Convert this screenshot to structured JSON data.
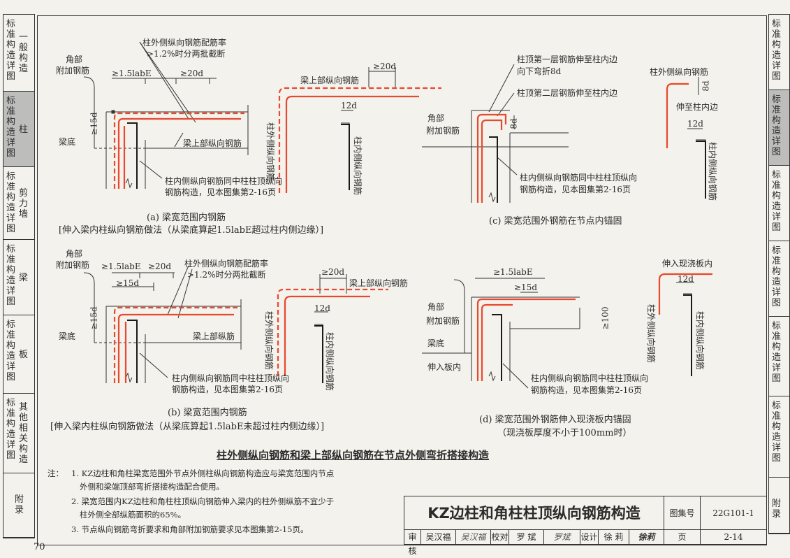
{
  "sidebar_left": [
    {
      "v": "标准构造详图",
      "s": "一般构造",
      "active": false
    },
    {
      "v": "标准构造详图",
      "s": "柱",
      "active": true
    },
    {
      "v": "标准构造详图",
      "s": "剪力墙",
      "active": false
    },
    {
      "v": "标准构造详图",
      "s": "梁",
      "active": false
    },
    {
      "v": "标准构造详图",
      "s": "板",
      "active": false
    },
    {
      "v": "标准构造详图",
      "s": "其他相关构造",
      "active": false
    },
    {
      "v": "附录",
      "s": "",
      "active": false
    }
  ],
  "sidebar_right": [
    {
      "v": "标准构造详图",
      "active": false
    },
    {
      "v": "标准构造详图",
      "active": true
    },
    {
      "v": "标准构造详图",
      "active": false
    },
    {
      "v": "标准构造详图",
      "active": false
    },
    {
      "v": "标准构造详图",
      "active": false
    },
    {
      "v": "标准构造详图",
      "active": false
    },
    {
      "v": "附录",
      "active": false
    }
  ],
  "diagram_a": {
    "corner_rebar": "角部",
    "corner_rebar2": "附加钢筋",
    "ratio_note1": "柱外侧纵向钢筋配筋率",
    "ratio_note2": ">1.2%时分两批截断",
    "dim_labe": "≥1.5labE",
    "dim_20d": "≥20d",
    "dim_15d": "≥15d",
    "beam_bottom": "梁底",
    "beam_top_bar": "梁上部纵向钢筋",
    "inner_bar1": "柱内侧纵向钢筋同中柱柱顶纵向",
    "inner_bar2": "钢筋构造，见本图集第2-16页",
    "detail_20d": "≥20d",
    "detail_top": "梁上部纵向钢筋",
    "detail_outer": "柱外侧纵向钢筋",
    "detail_12d": "12d",
    "detail_inner": "柱内侧纵向钢筋",
    "caption": "(a) 梁宽范围内钢筋",
    "caption2": "[伸入梁内柱纵向钢筋做法（从梁底算起1.5labE超过柱内侧边缘）]"
  },
  "diagram_b": {
    "corner_rebar": "角部",
    "corner_rebar2": "附加钢筋",
    "ratio_note1": "柱外侧纵向钢筋配筋率",
    "ratio_note2": ">1.2%时分两批截断",
    "dim_labe": "≥1.5labE",
    "dim_20d": "≥20d",
    "dim_15d_top": "≥15d",
    "dim_15d": "≥15d",
    "beam_bottom": "梁底",
    "beam_top_bar": "梁上部纵筋",
    "inner_bar1": "柱内侧纵向钢筋同中柱柱顶纵向",
    "inner_bar2": "钢筋构造，见本图集第2-16页",
    "detail_20d": "≥20d",
    "detail_top": "梁上部纵向钢筋",
    "detail_outer": "柱外侧纵向钢筋",
    "detail_12d": "12d",
    "detail_inner": "柱内侧纵向钢筋",
    "caption": "(b) 梁宽范围内钢筋",
    "caption2": "[伸入梁内柱纵向钢筋做法（从梁底算起1.5labE未超过柱内侧边缘）]"
  },
  "diagram_c": {
    "note1": "柱顶第一层钢筋伸至柱内边",
    "note2": "向下弯折8d",
    "note3": "柱顶第二层钢筋伸至柱内边",
    "corner_rebar": "角部",
    "corner_rebar2": "附加钢筋",
    "dim_8d": "8d",
    "inner_bar1": "柱内侧纵向钢筋同中柱柱顶纵向",
    "inner_bar2": "钢筋构造，见本图集第2-16页",
    "detail_outer": "柱外侧纵向钢筋",
    "detail_8d": "8d",
    "detail_to_inner": "伸至柱内边",
    "detail_12d": "12d",
    "detail_inner": "柱内侧纵向钢筋",
    "caption": "(c) 梁宽范围外钢筋在节点内锚固"
  },
  "diagram_d": {
    "dim_labe": "≥1.5labE",
    "dim_15d": "≥15d",
    "corner_rebar": "角部",
    "corner_rebar2": "附加钢筋",
    "beam_bottom": "梁底",
    "into_slab": "伸入板内",
    "dim_100": "≥100",
    "inner_bar1": "柱内侧纵向钢筋同中柱柱顶纵向",
    "inner_bar2": "钢筋构造，见本图集第2-16页",
    "detail_into_slab": "伸入现浇板内",
    "detail_12d": "12d",
    "detail_outer": "柱外侧纵向钢筋",
    "detail_inner": "柱内侧纵向钢筋",
    "caption": "(d) 梁宽范围外钢筋伸入现浇板内锚固",
    "caption2": "（现浇板厚度不小于100mm时）"
  },
  "main_title": "柱外侧纵向钢筋和梁上部纵向钢筋在节点外侧弯折搭接构造",
  "notes": {
    "label": "注：",
    "items": [
      "1. KZ边柱和角柱梁宽范围外节点外侧柱纵向钢筋构造应与梁宽范围内节点",
      "外侧和梁端顶部弯折搭接构造配合使用。",
      "2. 梁宽范围内KZ边柱和角柱柱顶纵向钢筋伸入梁内的柱外侧纵筋不宜少于",
      "柱外侧全部纵筋面积的65%。",
      "3. 节点纵向钢筋弯折要求和角部附加钢筋要求见本图集第2-15页。"
    ]
  },
  "titleblock": {
    "title": "KZ边柱和角柱柱顶纵向钢筋构造",
    "atlas_label": "图集号",
    "atlas_no": "22G101-1",
    "review_label": "审核",
    "reviewer": "吴汉福",
    "reviewer_sig": "吴汉福",
    "check_label": "校对",
    "checker": "罗 斌",
    "checker_sig": "罗斌",
    "design_label": "设计",
    "designer": "徐 莉",
    "designer_sig": "徐莉",
    "page_label": "页",
    "page_no": "2-14"
  },
  "page_number": "70",
  "colors": {
    "rebar_red": "#e8492e",
    "line": "#333333",
    "paper": "#f3f2ec",
    "active_tab": "#bdbdbb"
  }
}
